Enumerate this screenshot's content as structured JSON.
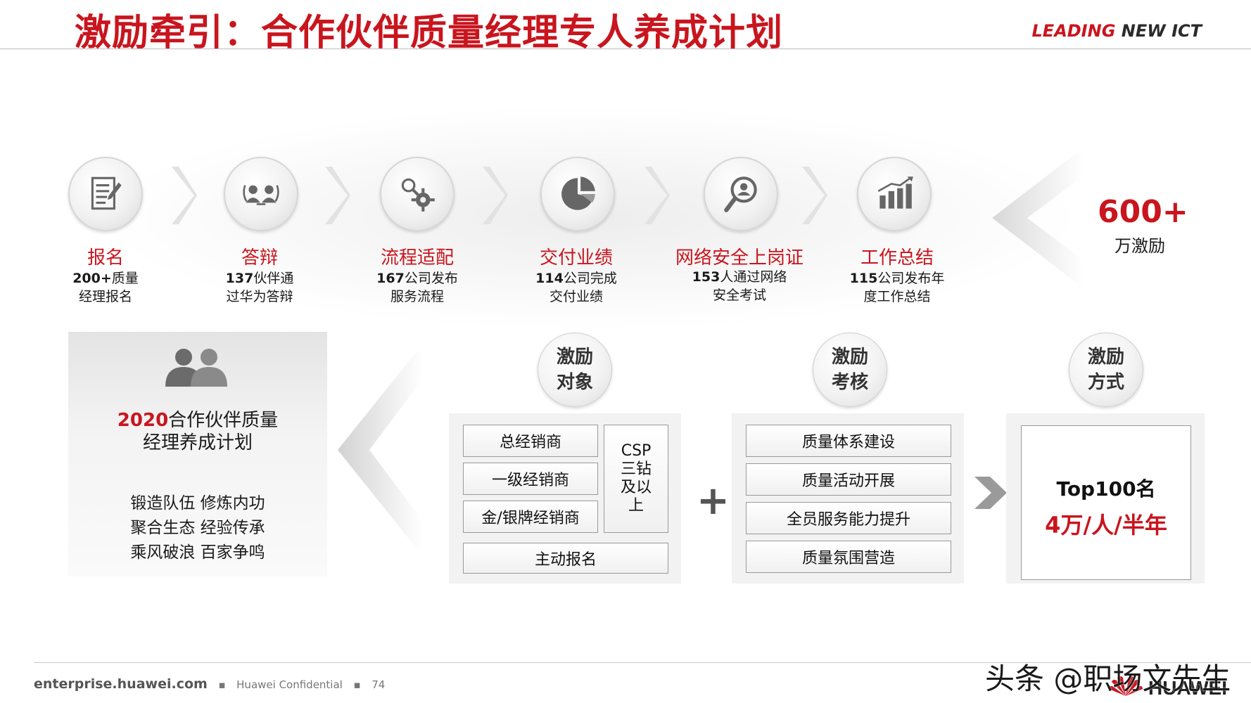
{
  "header": {
    "title": "激励牵引：合作伙伴质量经理专人养成计划",
    "brand_leading": "LEADING",
    "brand_new_ict": "NEW ICT"
  },
  "steps": [
    {
      "icon": "document-pen-icon",
      "title": "报名",
      "desc_num": "200+",
      "desc_rest": "质量",
      "desc_line2": "经理报名"
    },
    {
      "icon": "discussion-icon",
      "title": "答辩",
      "desc_num": "137",
      "desc_rest": "伙伴通",
      "desc_line2": "过华为答辩"
    },
    {
      "icon": "gear-search-icon",
      "title": "流程适配",
      "desc_num": "167",
      "desc_rest": "公司发布",
      "desc_line2": "服务流程"
    },
    {
      "icon": "pie-chart-icon",
      "title": "交付业绩",
      "desc_num": "114",
      "desc_rest": "公司完成",
      "desc_line2": "交付业绩"
    },
    {
      "icon": "magnifier-person-icon",
      "title": "网络安全上岗证",
      "desc_num": "153",
      "desc_rest": "人通过网络",
      "desc_line2": "安全考试"
    },
    {
      "icon": "bar-chart-up-icon",
      "title": "工作总结",
      "desc_num": "115",
      "desc_rest": "公司发布年",
      "desc_line2": "度工作总结"
    }
  ],
  "incentive_total": {
    "value": "600+",
    "unit": "万激励"
  },
  "left_card": {
    "year": "2020",
    "title_rest": "合作伙伴质量",
    "title_line2": "经理养成计划",
    "lines": [
      "锻造队伍 修炼内功",
      "聚合生态 经验传承",
      "乘风破浪 百家争鸣"
    ]
  },
  "targets": {
    "badge_line1": "激励",
    "badge_line2": "对象",
    "items": [
      "总经销商",
      "一级经销商",
      "金/银牌经销商"
    ],
    "csp_lines": [
      "CSP",
      "三钻",
      "及以",
      "上"
    ],
    "self_apply": "主动报名"
  },
  "assessment": {
    "badge_line1": "激励",
    "badge_line2": "考核",
    "items": [
      "质量体系建设",
      "质量活动开展",
      "全员服务能力提升",
      "质量氛围营造"
    ]
  },
  "method": {
    "badge_line1": "激励",
    "badge_line2": "方式",
    "line1": "Top100名",
    "line2": "4万/人/半年"
  },
  "plus_symbol": "+",
  "footer": {
    "site": "enterprise.huawei.com",
    "confidential": "Huawei Confidential",
    "page": "74",
    "watermark": "头条 @职场文先生",
    "logo_text": "HUAWEI"
  },
  "colors": {
    "accent": "#c9151e",
    "text": "#1a1a1a",
    "muted": "#555555"
  }
}
